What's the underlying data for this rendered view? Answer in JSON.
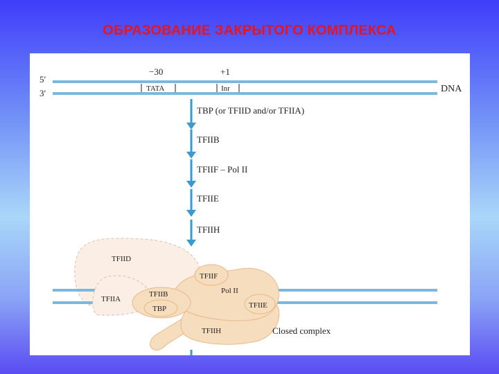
{
  "slide": {
    "title": "ОБРАЗОВАНИЕ ЗАКРЫТОГО КОМПЛЕКСА"
  },
  "dna": {
    "strand_5_label": "5′",
    "strand_3_label": "3′",
    "label": "DNA",
    "position_minus30": "−30",
    "position_plus1": "+1",
    "tata_box": "TATA",
    "inr_box": "Inr"
  },
  "steps": [
    "TBP (or TFIID and/or TFIIA)",
    "TFIIB",
    "TFIIF – Pol II",
    "TFIIE",
    "TFIIH"
  ],
  "complex": {
    "tfiid": "TFIID",
    "tfiia": "TFIIA",
    "tfiib": "TFIIB",
    "tbp": "TBP",
    "tfiif": "TFIIF",
    "pol2": "Pol II",
    "tfiie": "TFIIE",
    "tfiih": "TFIIH",
    "caption": "Closed complex"
  },
  "colors": {
    "title": "#e8141c",
    "dna_line": "#7cb8dd",
    "arrow": "#3a9bd0",
    "protein_fill": "#f6ddbd",
    "protein_stroke": "#e7b98a"
  }
}
